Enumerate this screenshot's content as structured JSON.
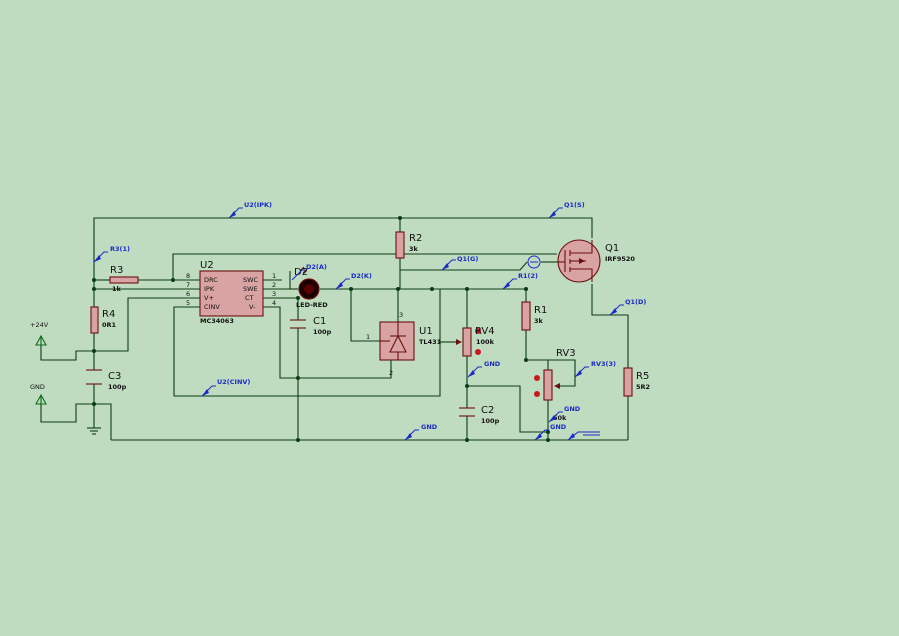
{
  "schematic": {
    "background_color": "#c0dcc0",
    "wire_color": "#0b3d14",
    "component_color": "#6b0f0f",
    "probe_color": "#1a2ac8",
    "terminals": {
      "vplus_label": "+24V",
      "gnd_label": "GND"
    },
    "u2": {
      "ref": "U2",
      "part": "MC34063",
      "pins_left": [
        {
          "num": "8",
          "name": "DRC"
        },
        {
          "num": "7",
          "name": "IPK"
        },
        {
          "num": "6",
          "name": "V+"
        },
        {
          "num": "5",
          "name": "CINV"
        }
      ],
      "pins_right": [
        {
          "num": "1",
          "name": "SWC"
        },
        {
          "num": "2",
          "name": "SWE"
        },
        {
          "num": "3",
          "name": "CT"
        },
        {
          "num": "4",
          "name": "V-"
        }
      ]
    },
    "r3": {
      "ref": "R3",
      "value": "1k"
    },
    "r4": {
      "ref": "R4",
      "value": "0R1"
    },
    "c3": {
      "ref": "C3",
      "value": "100p"
    },
    "d2": {
      "ref": "D2",
      "value": "LED-RED"
    },
    "c1": {
      "ref": "C1",
      "value": "100p"
    },
    "r2": {
      "ref": "R2",
      "value": "3k"
    },
    "u1": {
      "ref": "U1",
      "value": "TL431",
      "pins": [
        "1",
        "3",
        "2"
      ]
    },
    "rv4": {
      "ref": "RV4",
      "value": "100k"
    },
    "c2": {
      "ref": "C2",
      "value": "100p"
    },
    "r1": {
      "ref": "R1",
      "value": "3k"
    },
    "rv3": {
      "ref": "RV3",
      "value": "50k"
    },
    "q1": {
      "ref": "Q1",
      "value": "IRF9520"
    },
    "r5": {
      "ref": "R5",
      "value": "5R2"
    },
    "probes": {
      "u2_ipk": "U2(IPK)",
      "q1_s": "Q1(S)",
      "r3_1": "R3(1)",
      "q1_g": "Q1(G)",
      "d2_a": "D2(A)",
      "d2_k": "D2(K)",
      "r1_2": "R1(2)",
      "q1_d": "Q1(D)",
      "u2_cinv": "U2(CINV)",
      "gnd_rv4": "GND",
      "rv3_3": "RV3(3)",
      "gnd_bottom": "GND",
      "gnd_rv3": "GND",
      "gnd_right": "GND"
    }
  }
}
